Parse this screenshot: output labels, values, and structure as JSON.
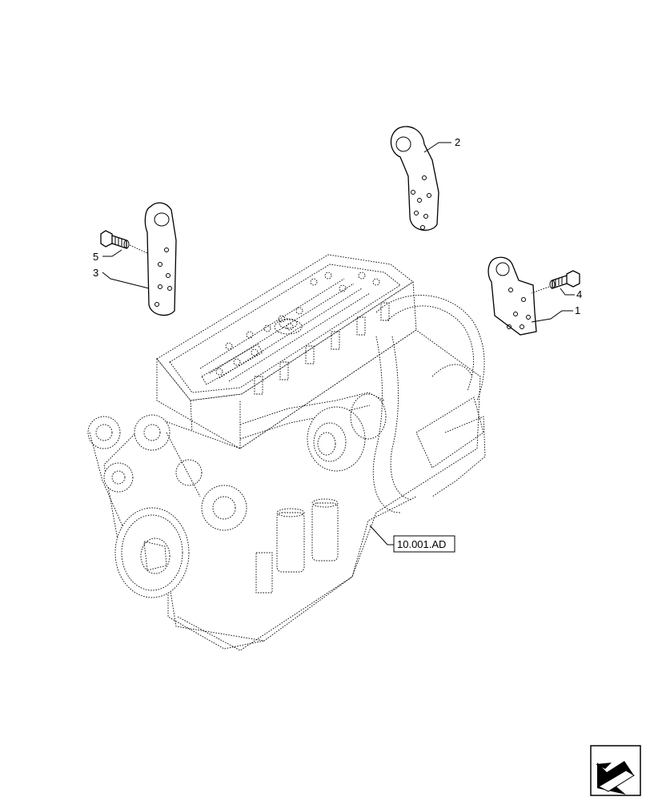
{
  "callouts": [
    {
      "id": "1",
      "text": "1"
    },
    {
      "id": "2",
      "text": "2"
    },
    {
      "id": "3",
      "text": "3"
    },
    {
      "id": "4",
      "text": "4"
    },
    {
      "id": "5",
      "text": "5"
    }
  ],
  "reference": {
    "text": "10.001.AD"
  },
  "icons": {
    "nav": "next-page-arrow-icon"
  }
}
